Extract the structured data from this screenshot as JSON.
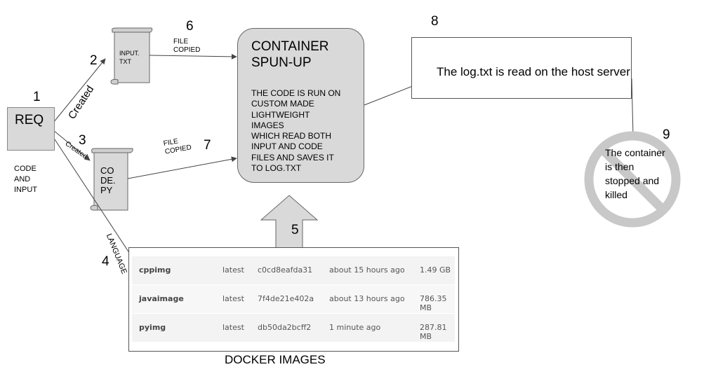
{
  "req": {
    "label": "REQ",
    "number": "1",
    "sub_label": "CODE\nAND\nINPUT"
  },
  "input_file": {
    "label": "INPUT.\nTXT",
    "number": "2",
    "edge_label": "Created"
  },
  "code_file": {
    "label": "CO\nDE.\nPY",
    "number": "3",
    "edge_label": "Created"
  },
  "language_edge": {
    "label": "LANGUAGE",
    "number": "4"
  },
  "copy_input": {
    "label": "FILE\nCOPIED",
    "number": "6"
  },
  "copy_code": {
    "label": "FILE\nCOPIED",
    "number": "7"
  },
  "image_arrow": {
    "number": "5"
  },
  "container": {
    "title": "CONTAINER\nSPUN-UP",
    "description": "THE CODE IS RUN ON\nCUSTOM MADE\nLIGHTWEIGHT\nIMAGES\nWHICH READ BOTH\nINPUT AND CODE\nFILES AND SAVES IT\nTO LOG.TXT"
  },
  "log_step": {
    "number": "8",
    "text": "The log.txt is read on the host server"
  },
  "kill_step": {
    "number": "9",
    "text": "The container is then stopped and killed"
  },
  "docker_images": {
    "caption": "DOCKER IMAGES",
    "rows": [
      {
        "name": "cppimg",
        "tag": "latest",
        "id": "c0cd8eafda31",
        "created": "about 15 hours ago",
        "size": "1.49 GB"
      },
      {
        "name": "javaimage",
        "tag": "latest",
        "id": "7f4de21e402a",
        "created": "about 13 hours ago",
        "size": "786.35 MB"
      },
      {
        "name": "pyimg",
        "tag": "latest",
        "id": "db50da2bcff2",
        "created": "1 minute ago",
        "size": "287.81 MB"
      }
    ]
  }
}
